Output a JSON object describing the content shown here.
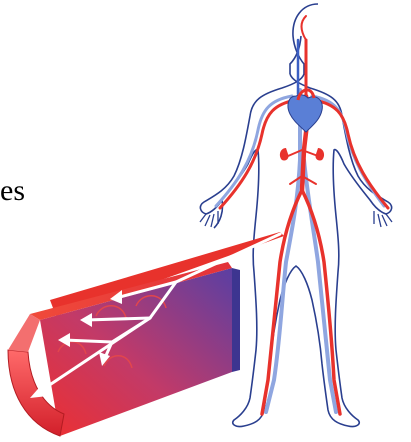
{
  "partial_text": "es",
  "colors": {
    "artery": "#e8322c",
    "vein": "#3b5fc4",
    "vein_pale": "#8fa6e0",
    "outline": "#2a3f8f",
    "heart": "#5a7fd6",
    "vessel_outer": "#e8322c",
    "vessel_inner_far": "#4a3f9e",
    "arrow": "#ffffff"
  },
  "icons": {
    "body": "human-body-circulatory-figure",
    "vessel": "blood-vessel-cross-section"
  }
}
